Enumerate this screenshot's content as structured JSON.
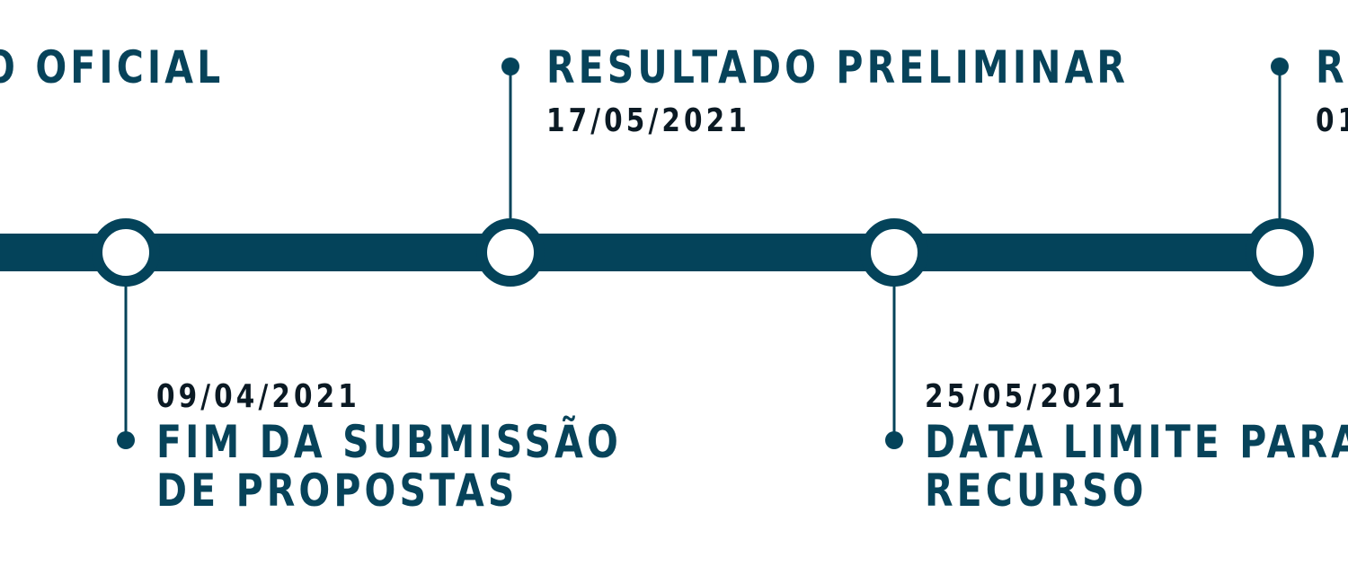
{
  "colors": {
    "primary": "#04435a",
    "date_text": "#0b1a24",
    "background": "#ffffff"
  },
  "milestones": [
    {
      "title": "O OFICIAL",
      "date": "",
      "position": "top",
      "cropped": "left"
    },
    {
      "title": "FIM DA SUBMISSÃO",
      "title_line2": "DE PROPOSTAS",
      "date": "09/04/2021",
      "position": "bottom"
    },
    {
      "title": "RESULTADO PRELIMINAR",
      "date": "17/05/2021",
      "position": "top"
    },
    {
      "title": "DATA LIMITE PARA",
      "title_line2": "RECURSO",
      "date": "25/05/2021",
      "position": "bottom"
    },
    {
      "title": "RI",
      "date": "01",
      "position": "top",
      "cropped": "right"
    }
  ]
}
